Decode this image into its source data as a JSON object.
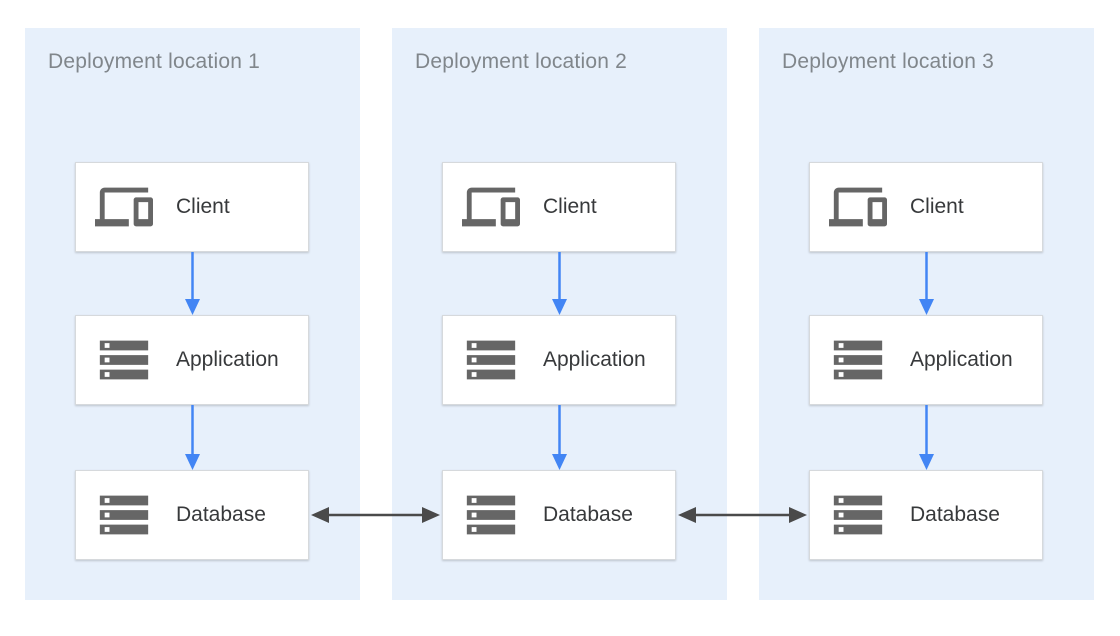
{
  "diagram": {
    "type": "architecture-diagram",
    "description": "Three deployment locations each containing a Client, Application and Database tier; databases replicate between locations"
  },
  "colors": {
    "zone_background": "#e7f0fb",
    "node_background": "#ffffff",
    "node_border": "#d6d9dc",
    "zone_title_text": "#80868b",
    "node_label_text": "#37393b",
    "icon_gray": "#666666",
    "flow_arrow_blue": "#4285f4",
    "replication_arrow_dark": "#4a4a4a"
  },
  "zones": [
    {
      "title": "Deployment location 1",
      "nodes": [
        {
          "label": "Client",
          "icon": "devices-icon"
        },
        {
          "label": "Application",
          "icon": "server-stack-icon"
        },
        {
          "label": "Database",
          "icon": "server-stack-icon"
        }
      ]
    },
    {
      "title": "Deployment location 2",
      "nodes": [
        {
          "label": "Client",
          "icon": "devices-icon"
        },
        {
          "label": "Application",
          "icon": "server-stack-icon"
        },
        {
          "label": "Database",
          "icon": "server-stack-icon"
        }
      ]
    },
    {
      "title": "Deployment location 3",
      "nodes": [
        {
          "label": "Client",
          "icon": "devices-icon"
        },
        {
          "label": "Application",
          "icon": "server-stack-icon"
        },
        {
          "label": "Database",
          "icon": "server-stack-icon"
        }
      ]
    }
  ],
  "edges": [
    {
      "from": "client-1",
      "to": "application-1",
      "style": "blue-arrow-down"
    },
    {
      "from": "application-1",
      "to": "database-1",
      "style": "blue-arrow-down"
    },
    {
      "from": "client-2",
      "to": "application-2",
      "style": "blue-arrow-down"
    },
    {
      "from": "application-2",
      "to": "database-2",
      "style": "blue-arrow-down"
    },
    {
      "from": "client-3",
      "to": "application-3",
      "style": "blue-arrow-down"
    },
    {
      "from": "application-3",
      "to": "database-3",
      "style": "blue-arrow-down"
    },
    {
      "from": "database-1",
      "to": "database-2",
      "style": "dark-double-arrow"
    },
    {
      "from": "database-2",
      "to": "database-3",
      "style": "dark-double-arrow"
    }
  ]
}
